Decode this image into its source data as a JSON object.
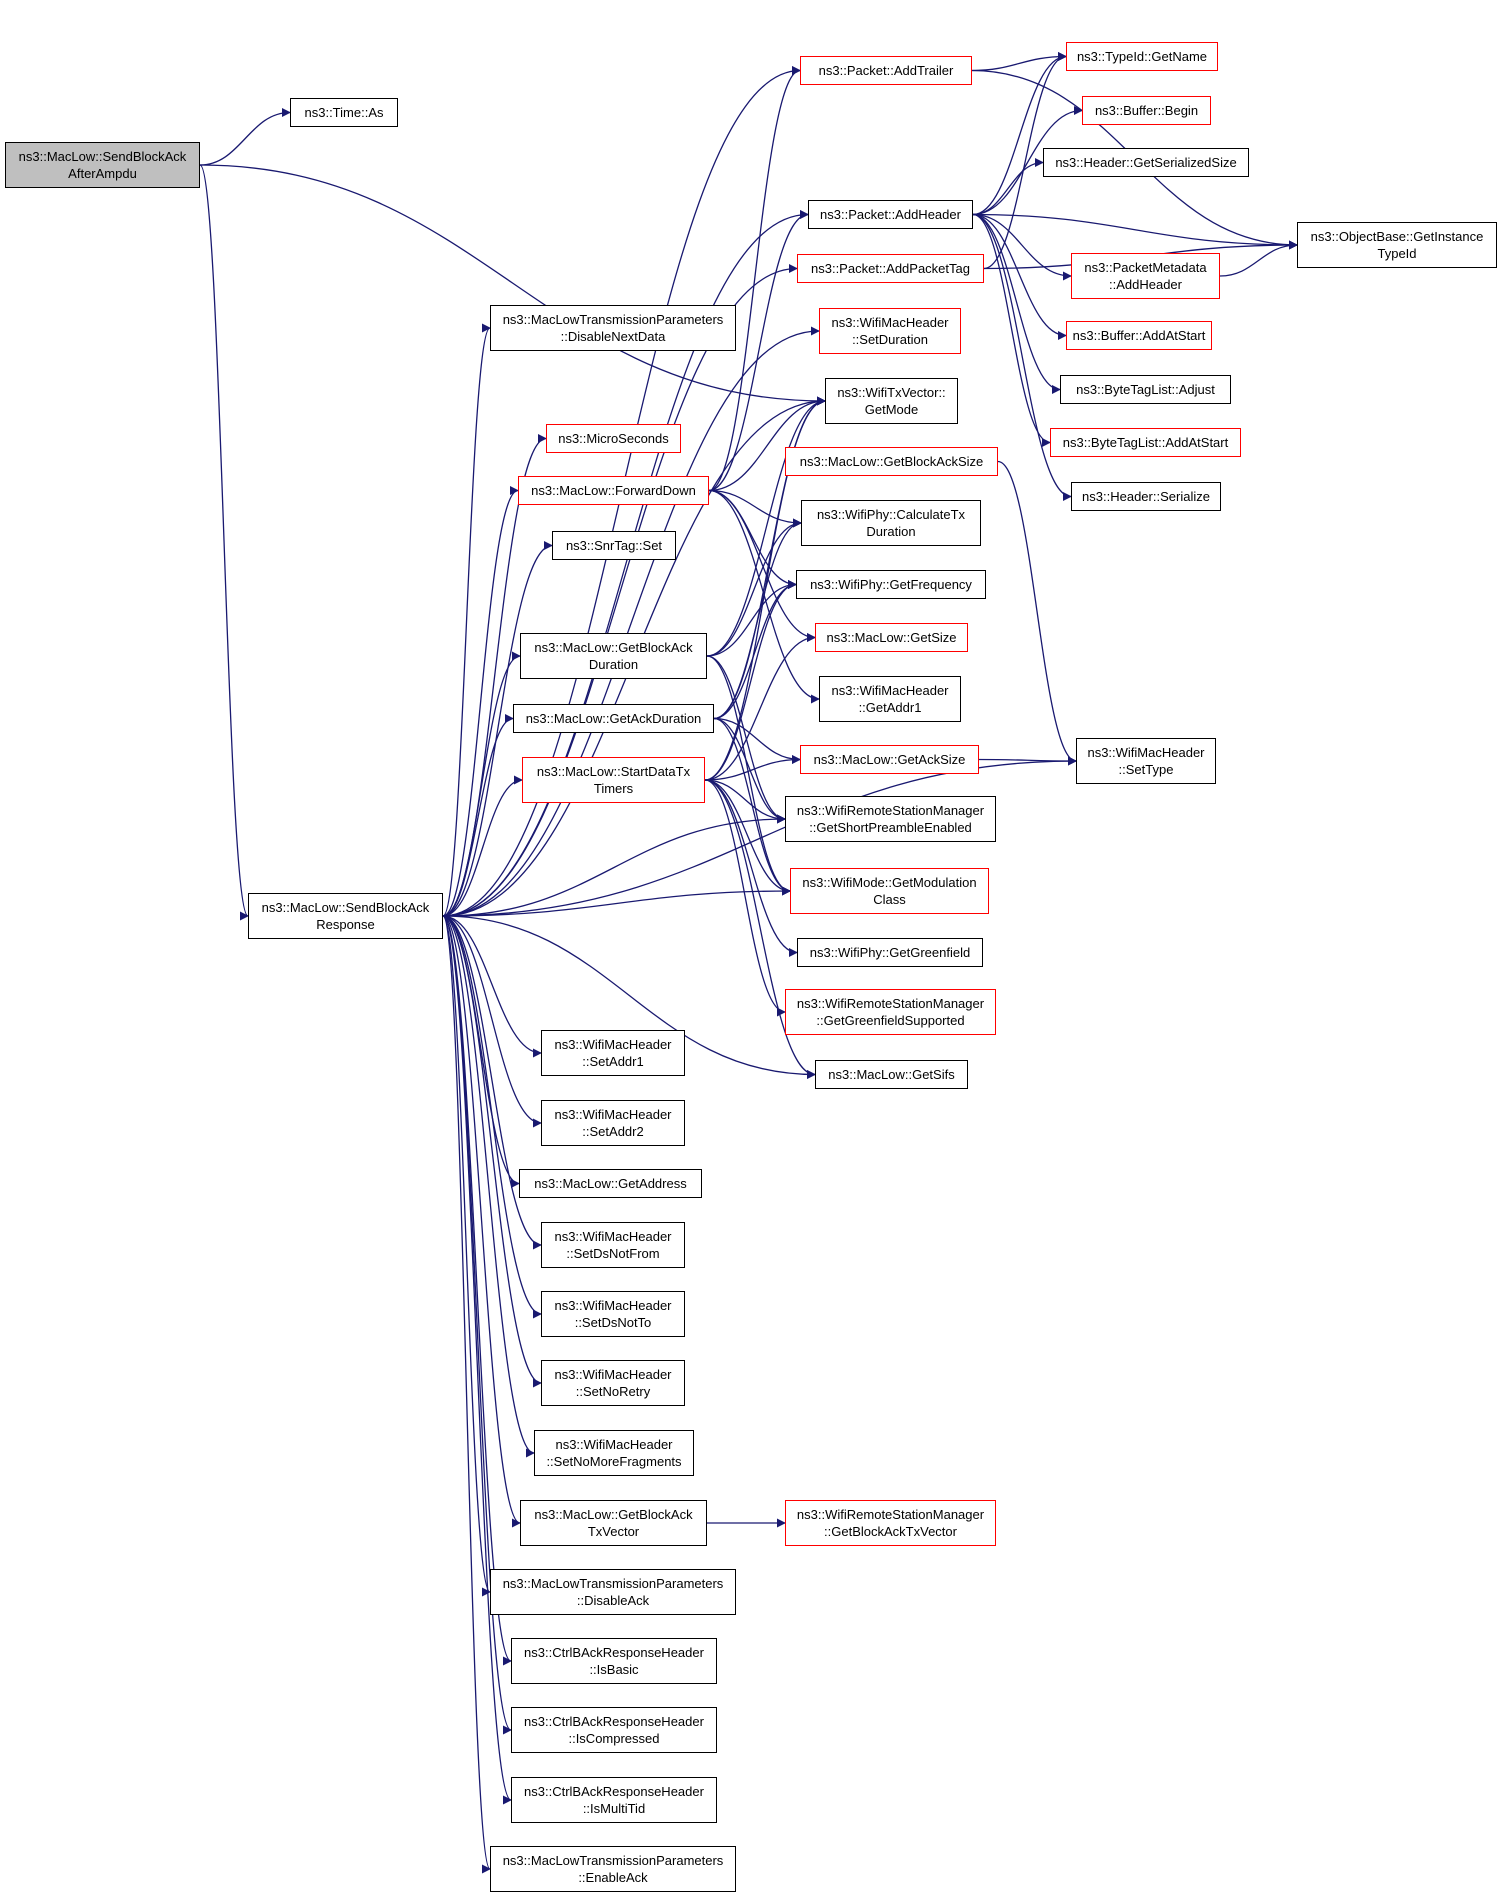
{
  "colors": {
    "edge": "#191970",
    "border_normal": "#000000",
    "border_incomplete": "#ff0000",
    "root_fill": "#bfbfbf"
  },
  "nodes": [
    {
      "id": "sendBlockAckAfterAmpdu",
      "lines": [
        "ns3::MacLow::SendBlockAck",
        "AfterAmpdu"
      ],
      "style": "root"
    },
    {
      "id": "timeAs",
      "lines": [
        "ns3::Time::As"
      ],
      "style": "black"
    },
    {
      "id": "sendBlockAckResponse",
      "lines": [
        "ns3::MacLow::SendBlockAck",
        "Response"
      ],
      "style": "black"
    },
    {
      "id": "packetAddTrailer",
      "lines": [
        "ns3::Packet::AddTrailer"
      ],
      "style": "red"
    },
    {
      "id": "packetAddHeader",
      "lines": [
        "ns3::Packet::AddHeader"
      ],
      "style": "black"
    },
    {
      "id": "packetAddPacketTag",
      "lines": [
        "ns3::Packet::AddPacketTag"
      ],
      "style": "red"
    },
    {
      "id": "disableNextData",
      "lines": [
        "ns3::MacLowTransmissionParameters",
        "::DisableNextData"
      ],
      "style": "black"
    },
    {
      "id": "wmhSetDuration",
      "lines": [
        "ns3::WifiMacHeader",
        "::SetDuration"
      ],
      "style": "red"
    },
    {
      "id": "txVectorGetMode",
      "lines": [
        "ns3::WifiTxVector::",
        "GetMode"
      ],
      "style": "black"
    },
    {
      "id": "microSeconds",
      "lines": [
        "ns3::MicroSeconds"
      ],
      "style": "red"
    },
    {
      "id": "forwardDown",
      "lines": [
        "ns3::MacLow::ForwardDown"
      ],
      "style": "red"
    },
    {
      "id": "snrTagSet",
      "lines": [
        "ns3::SnrTag::Set"
      ],
      "style": "black"
    },
    {
      "id": "getBlockAckDuration",
      "lines": [
        "ns3::MacLow::GetBlockAck",
        "Duration"
      ],
      "style": "black"
    },
    {
      "id": "getAckDuration",
      "lines": [
        "ns3::MacLow::GetAckDuration"
      ],
      "style": "black"
    },
    {
      "id": "startDataTxTimers",
      "lines": [
        "ns3::MacLow::StartDataTx",
        "Timers"
      ],
      "style": "red"
    },
    {
      "id": "getBlockAckSize",
      "lines": [
        "ns3::MacLow::GetBlockAckSize"
      ],
      "style": "red"
    },
    {
      "id": "calculateTxDuration",
      "lines": [
        "ns3::WifiPhy::CalculateTx",
        "Duration"
      ],
      "style": "black"
    },
    {
      "id": "getFrequency",
      "lines": [
        "ns3::WifiPhy::GetFrequency"
      ],
      "style": "black"
    },
    {
      "id": "getSize",
      "lines": [
        "ns3::MacLow::GetSize"
      ],
      "style": "red"
    },
    {
      "id": "wmhGetAddr1",
      "lines": [
        "ns3::WifiMacHeader",
        "::GetAddr1"
      ],
      "style": "black"
    },
    {
      "id": "getAckSize",
      "lines": [
        "ns3::MacLow::GetAckSize"
      ],
      "style": "red"
    },
    {
      "id": "getShortPreambleEnabled",
      "lines": [
        "ns3::WifiRemoteStationManager",
        "::GetShortPreambleEnabled"
      ],
      "style": "black"
    },
    {
      "id": "getModulationClass",
      "lines": [
        "ns3::WifiMode::GetModulation",
        "Class"
      ],
      "style": "red"
    },
    {
      "id": "getGreenfield",
      "lines": [
        "ns3::WifiPhy::GetGreenfield"
      ],
      "style": "black"
    },
    {
      "id": "getGreenfieldSupported",
      "lines": [
        "ns3::WifiRemoteStationManager",
        "::GetGreenfieldSupported"
      ],
      "style": "red"
    },
    {
      "id": "getSifs",
      "lines": [
        "ns3::MacLow::GetSifs"
      ],
      "style": "black"
    },
    {
      "id": "typeIdGetName",
      "lines": [
        "ns3::TypeId::GetName"
      ],
      "style": "red"
    },
    {
      "id": "bufferBegin",
      "lines": [
        "ns3::Buffer::Begin"
      ],
      "style": "red"
    },
    {
      "id": "headerGetSerializedSize",
      "lines": [
        "ns3::Header::GetSerializedSize"
      ],
      "style": "black"
    },
    {
      "id": "getInstanceTypeId",
      "lines": [
        "ns3::ObjectBase::GetInstance",
        "TypeId"
      ],
      "style": "black"
    },
    {
      "id": "packetMetadataAddHeader",
      "lines": [
        "ns3::PacketMetadata",
        "::AddHeader"
      ],
      "style": "red"
    },
    {
      "id": "bufferAddAtStart",
      "lines": [
        "ns3::Buffer::AddAtStart"
      ],
      "style": "red"
    },
    {
      "id": "byteTagListAdjust",
      "lines": [
        "ns3::ByteTagList::Adjust"
      ],
      "style": "black"
    },
    {
      "id": "byteTagListAddAtStart",
      "lines": [
        "ns3::ByteTagList::AddAtStart"
      ],
      "style": "red"
    },
    {
      "id": "headerSerialize",
      "lines": [
        "ns3::Header::Serialize"
      ],
      "style": "black"
    },
    {
      "id": "wmhSetType",
      "lines": [
        "ns3::WifiMacHeader",
        "::SetType"
      ],
      "style": "black"
    },
    {
      "id": "wmhSetAddr1",
      "lines": [
        "ns3::WifiMacHeader",
        "::SetAddr1"
      ],
      "style": "black"
    },
    {
      "id": "wmhSetAddr2",
      "lines": [
        "ns3::WifiMacHeader",
        "::SetAddr2"
      ],
      "style": "black"
    },
    {
      "id": "getAddress",
      "lines": [
        "ns3::MacLow::GetAddress"
      ],
      "style": "black"
    },
    {
      "id": "wmhSetDsNotFrom",
      "lines": [
        "ns3::WifiMacHeader",
        "::SetDsNotFrom"
      ],
      "style": "black"
    },
    {
      "id": "wmhSetDsNotTo",
      "lines": [
        "ns3::WifiMacHeader",
        "::SetDsNotTo"
      ],
      "style": "black"
    },
    {
      "id": "wmhSetNoRetry",
      "lines": [
        "ns3::WifiMacHeader",
        "::SetNoRetry"
      ],
      "style": "black"
    },
    {
      "id": "wmhSetNoMoreFragments",
      "lines": [
        "ns3::WifiMacHeader",
        "::SetNoMoreFragments"
      ],
      "style": "black"
    },
    {
      "id": "getBlockAckTxVector",
      "lines": [
        "ns3::MacLow::GetBlockAck",
        "TxVector"
      ],
      "style": "black"
    },
    {
      "id": "wrsmGetBlockAckTxVector",
      "lines": [
        "ns3::WifiRemoteStationManager",
        "::GetBlockAckTxVector"
      ],
      "style": "red"
    },
    {
      "id": "disableAck",
      "lines": [
        "ns3::MacLowTransmissionParameters",
        "::DisableAck"
      ],
      "style": "black"
    },
    {
      "id": "isBasic",
      "lines": [
        "ns3::CtrlBAckResponseHeader",
        "::IsBasic"
      ],
      "style": "black"
    },
    {
      "id": "isCompressed",
      "lines": [
        "ns3::CtrlBAckResponseHeader",
        "::IsCompressed"
      ],
      "style": "black"
    },
    {
      "id": "isMultiTid",
      "lines": [
        "ns3::CtrlBAckResponseHeader",
        "::IsMultiTid"
      ],
      "style": "black"
    },
    {
      "id": "enableAck",
      "lines": [
        "ns3::MacLowTransmissionParameters",
        "::EnableAck"
      ],
      "style": "black"
    }
  ],
  "edges": [
    [
      "sendBlockAckAfterAmpdu",
      "timeAs"
    ],
    [
      "sendBlockAckAfterAmpdu",
      "txVectorGetMode"
    ],
    [
      "sendBlockAckAfterAmpdu",
      "sendBlockAckResponse"
    ],
    [
      "sendBlockAckResponse",
      "packetAddTrailer"
    ],
    [
      "sendBlockAckResponse",
      "packetAddHeader"
    ],
    [
      "sendBlockAckResponse",
      "packetAddPacketTag"
    ],
    [
      "sendBlockAckResponse",
      "disableNextData"
    ],
    [
      "sendBlockAckResponse",
      "wmhSetDuration"
    ],
    [
      "sendBlockAckResponse",
      "microSeconds"
    ],
    [
      "sendBlockAckResponse",
      "forwardDown"
    ],
    [
      "sendBlockAckResponse",
      "snrTagSet"
    ],
    [
      "sendBlockAckResponse",
      "getBlockAckDuration"
    ],
    [
      "sendBlockAckResponse",
      "getAckDuration"
    ],
    [
      "sendBlockAckResponse",
      "startDataTxTimers"
    ],
    [
      "sendBlockAckResponse",
      "txVectorGetMode"
    ],
    [
      "sendBlockAckResponse",
      "getShortPreambleEnabled"
    ],
    [
      "sendBlockAckResponse",
      "getModulationClass"
    ],
    [
      "sendBlockAckResponse",
      "getSifs"
    ],
    [
      "sendBlockAckResponse",
      "wmhSetType"
    ],
    [
      "sendBlockAckResponse",
      "wmhSetAddr1"
    ],
    [
      "sendBlockAckResponse",
      "wmhSetAddr2"
    ],
    [
      "sendBlockAckResponse",
      "getAddress"
    ],
    [
      "sendBlockAckResponse",
      "wmhSetDsNotFrom"
    ],
    [
      "sendBlockAckResponse",
      "wmhSetDsNotTo"
    ],
    [
      "sendBlockAckResponse",
      "wmhSetNoRetry"
    ],
    [
      "sendBlockAckResponse",
      "wmhSetNoMoreFragments"
    ],
    [
      "sendBlockAckResponse",
      "getBlockAckTxVector"
    ],
    [
      "sendBlockAckResponse",
      "disableAck"
    ],
    [
      "sendBlockAckResponse",
      "isBasic"
    ],
    [
      "sendBlockAckResponse",
      "isCompressed"
    ],
    [
      "sendBlockAckResponse",
      "isMultiTid"
    ],
    [
      "sendBlockAckResponse",
      "enableAck"
    ],
    [
      "packetAddTrailer",
      "typeIdGetName"
    ],
    [
      "packetAddTrailer",
      "getInstanceTypeId"
    ],
    [
      "packetAddHeader",
      "typeIdGetName"
    ],
    [
      "packetAddHeader",
      "bufferBegin"
    ],
    [
      "packetAddHeader",
      "headerGetSerializedSize"
    ],
    [
      "packetAddHeader",
      "getInstanceTypeId"
    ],
    [
      "packetAddHeader",
      "packetMetadataAddHeader"
    ],
    [
      "packetAddHeader",
      "bufferAddAtStart"
    ],
    [
      "packetAddHeader",
      "byteTagListAdjust"
    ],
    [
      "packetAddHeader",
      "byteTagListAddAtStart"
    ],
    [
      "packetAddHeader",
      "headerSerialize"
    ],
    [
      "packetAddPacketTag",
      "typeIdGetName"
    ],
    [
      "packetAddPacketTag",
      "getInstanceTypeId"
    ],
    [
      "packetMetadataAddHeader",
      "getInstanceTypeId"
    ],
    [
      "forwardDown",
      "packetAddTrailer"
    ],
    [
      "forwardDown",
      "packetAddHeader"
    ],
    [
      "forwardDown",
      "txVectorGetMode"
    ],
    [
      "forwardDown",
      "calculateTxDuration"
    ],
    [
      "forwardDown",
      "getFrequency"
    ],
    [
      "forwardDown",
      "getSize"
    ],
    [
      "forwardDown",
      "wmhGetAddr1"
    ],
    [
      "getBlockAckDuration",
      "txVectorGetMode"
    ],
    [
      "getBlockAckDuration",
      "calculateTxDuration"
    ],
    [
      "getBlockAckDuration",
      "getFrequency"
    ],
    [
      "getBlockAckDuration",
      "getShortPreambleEnabled"
    ],
    [
      "getBlockAckDuration",
      "getModulationClass"
    ],
    [
      "getAckDuration",
      "txVectorGetMode"
    ],
    [
      "getAckDuration",
      "calculateTxDuration"
    ],
    [
      "getAckDuration",
      "getFrequency"
    ],
    [
      "getAckDuration",
      "getAckSize"
    ],
    [
      "getAckDuration",
      "getShortPreambleEnabled"
    ],
    [
      "getAckDuration",
      "getModulationClass"
    ],
    [
      "startDataTxTimers",
      "txVectorGetMode"
    ],
    [
      "startDataTxTimers",
      "getFrequency"
    ],
    [
      "startDataTxTimers",
      "getSize"
    ],
    [
      "startDataTxTimers",
      "getAckSize"
    ],
    [
      "startDataTxTimers",
      "getShortPreambleEnabled"
    ],
    [
      "startDataTxTimers",
      "getModulationClass"
    ],
    [
      "startDataTxTimers",
      "getGreenfield"
    ],
    [
      "startDataTxTimers",
      "getGreenfieldSupported"
    ],
    [
      "startDataTxTimers",
      "getSifs"
    ],
    [
      "getBlockAckSize",
      "wmhSetType"
    ],
    [
      "getAckSize",
      "wmhSetType"
    ],
    [
      "getBlockAckTxVector",
      "wrsmGetBlockAckTxVector"
    ]
  ]
}
